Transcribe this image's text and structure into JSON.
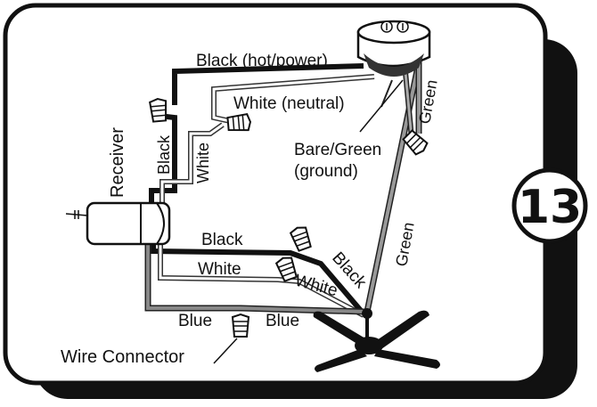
{
  "step_number": "13",
  "labels": {
    "black_hot": "Black (hot/power)",
    "white_neutral": "White (neutral)",
    "bare_green": "Bare/Green",
    "ground": "(ground)",
    "green_top": "Green",
    "green_long": "Green",
    "receiver": "Receiver",
    "black_vert": "Black",
    "white_vert": "White",
    "black_fan": "Black",
    "white_fan": "White",
    "black_diag": "Black",
    "white_diag": "White",
    "blue_left": "Blue",
    "blue_right": "Blue",
    "wire_connector": "Wire Connector"
  },
  "colors": {
    "black_wire": "#111111",
    "white_wire": "#ffffff",
    "wire_outline": "#555555",
    "blue_wire": "#777777",
    "green_wire": "#999999",
    "panel_border": "#111111",
    "shadow": "#111111"
  }
}
